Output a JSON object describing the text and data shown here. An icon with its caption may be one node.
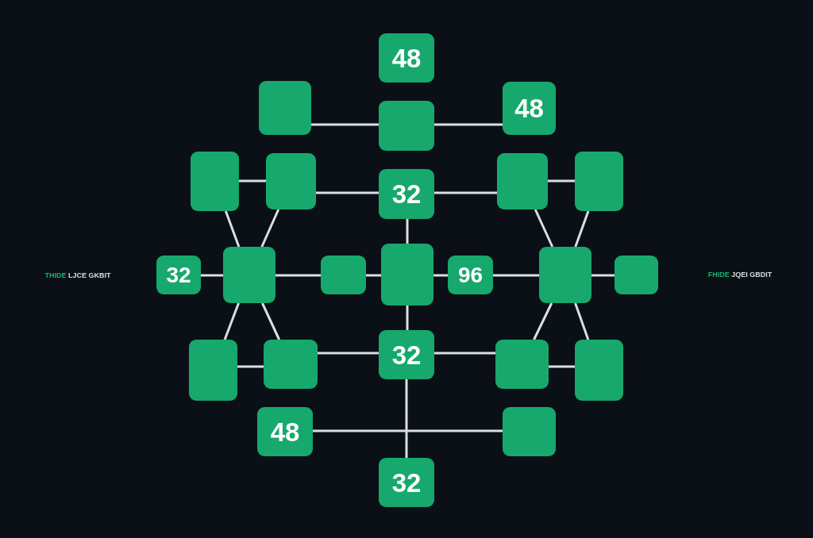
{
  "diagram": {
    "nodes": [
      {
        "text": [
          "48"
        ]
      },
      {
        "text": [],
        "shape": "box"
      },
      {
        "text": [],
        "shape": "box"
      },
      {
        "text": [
          "48"
        ]
      },
      {
        "text": [],
        "shape": "box"
      },
      {
        "text": [],
        "shape": "box"
      },
      {
        "text": [
          "32"
        ]
      },
      {
        "text": [],
        "shape": "box"
      },
      {
        "text": [],
        "shape": "box"
      },
      {
        "text": [
          "32"
        ]
      },
      {
        "text": [],
        "shape": "box"
      },
      {
        "text": [],
        "shape": "box"
      },
      {
        "text": [],
        "shape": "box"
      },
      {
        "text": [
          "96"
        ]
      },
      {
        "text": [],
        "shape": "box"
      },
      {
        "text": [],
        "shape": "box"
      },
      {
        "text": [],
        "shape": "box"
      },
      {
        "text": [],
        "shape": "box"
      },
      {
        "text": [
          "32"
        ]
      },
      {
        "text": [],
        "shape": "box"
      },
      {
        "text": [],
        "shape": "box"
      },
      {
        "text": [
          "48"
        ]
      },
      {
        "text": [],
        "shape": "box"
      },
      {
        "text": [
          "32"
        ]
      }
    ],
    "edges": [
      {
        "from": 1,
        "to": 2,
        "arrow": "none"
      },
      {
        "from": 2,
        "to": 3,
        "arrow": "none"
      },
      {
        "from": 4,
        "to": 5,
        "arrow": "none"
      },
      {
        "from": 5,
        "to": 6,
        "arrow": "none"
      },
      {
        "from": 6,
        "to": 7,
        "arrow": "none"
      },
      {
        "from": 7,
        "to": 8,
        "arrow": "none"
      },
      {
        "from": 4,
        "to": 10,
        "arrow": "none"
      },
      {
        "from": 5,
        "to": 10,
        "arrow": "none"
      },
      {
        "from": 7,
        "to": 14,
        "arrow": "none"
      },
      {
        "from": 8,
        "to": 14,
        "arrow": "none"
      },
      {
        "from": 6,
        "to": 12,
        "arrow": "none"
      },
      {
        "from": 9,
        "to": 10,
        "arrow": "none"
      },
      {
        "from": 10,
        "to": 11,
        "arrow": "none"
      },
      {
        "from": 11,
        "to": 12,
        "arrow": "none"
      },
      {
        "from": 12,
        "to": 13,
        "arrow": "none"
      },
      {
        "from": 13,
        "to": 14,
        "arrow": "none"
      },
      {
        "from": 14,
        "to": 15,
        "arrow": "none"
      },
      {
        "from": 10,
        "to": 16,
        "arrow": "none"
      },
      {
        "from": 10,
        "to": 17,
        "arrow": "none"
      },
      {
        "from": 14,
        "to": 19,
        "arrow": "none"
      },
      {
        "from": 14,
        "to": 20,
        "arrow": "none"
      },
      {
        "from": 12,
        "to": 18,
        "arrow": "none"
      },
      {
        "from": 16,
        "to": 17,
        "arrow": "none"
      },
      {
        "from": 17,
        "to": 18,
        "arrow": "none"
      },
      {
        "from": 18,
        "to": 19,
        "arrow": "none"
      },
      {
        "from": 19,
        "to": 20,
        "arrow": "none"
      },
      {
        "from": 18,
        "to": 23,
        "arrow": "none"
      },
      {
        "from": 21,
        "to": 22,
        "arrow": "none"
      }
    ],
    "labels": [
      "THIDE LJCE GKBIT",
      "FHIDE JQEI GBDIT"
    ]
  }
}
